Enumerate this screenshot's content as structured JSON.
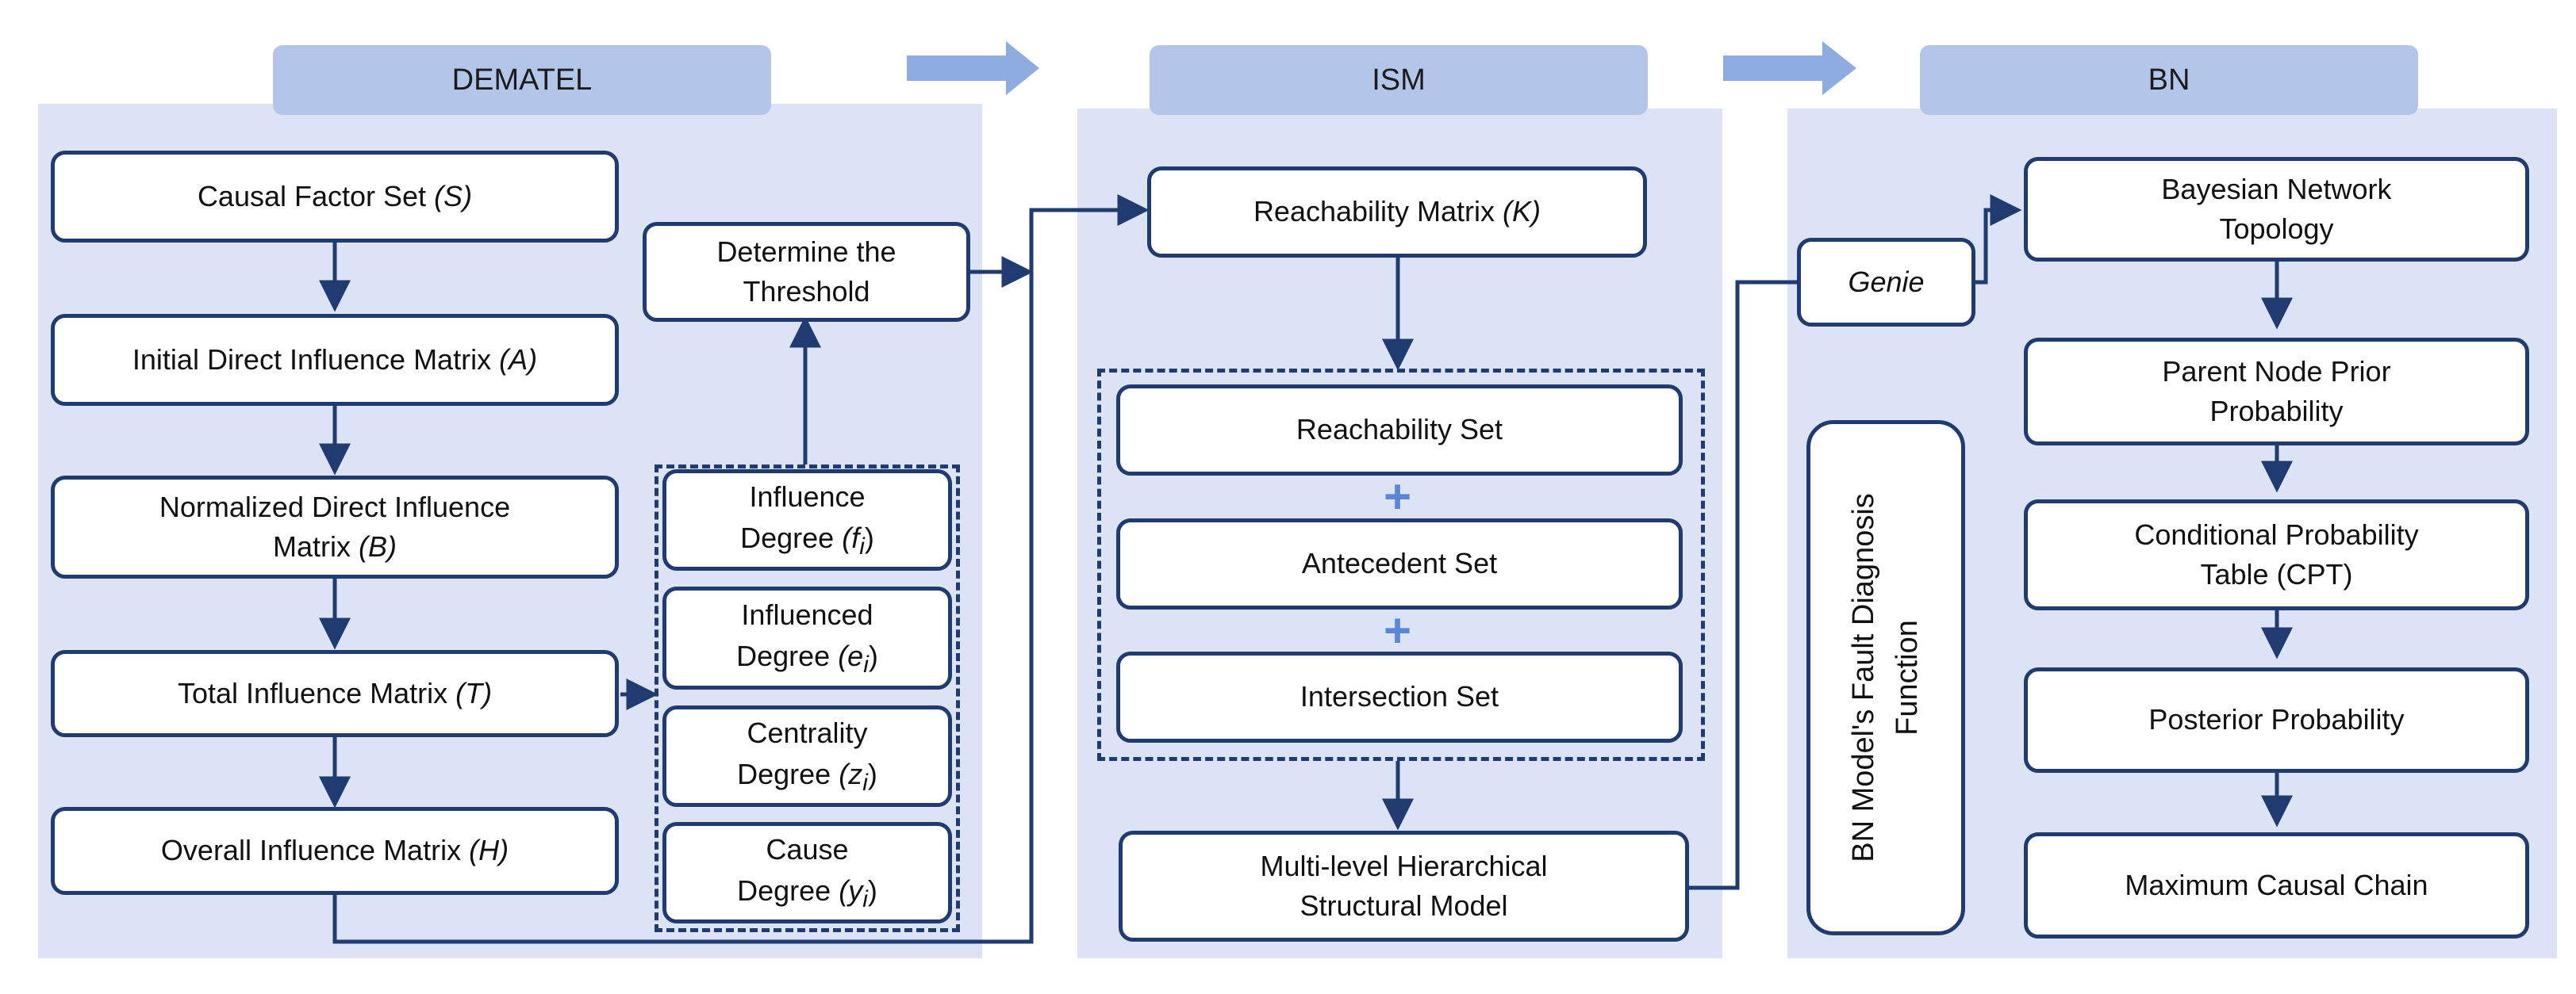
{
  "sections": {
    "dematel": "DEMATEL",
    "ism": "ISM",
    "bn": "BN"
  },
  "dematel": {
    "causal_factor_set": {
      "text": "Causal Factor Set ",
      "var": "(S)"
    },
    "initial_matrix": {
      "text": "Initial Direct Influence Matrix ",
      "var": "(A)"
    },
    "normalized_matrix": {
      "line1": "Normalized Direct Influence",
      "line2": "Matrix ",
      "var": "(B)"
    },
    "total_matrix": {
      "text": "Total Influence Matrix ",
      "var": "(T)"
    },
    "overall_matrix": {
      "text": "Overall Influence Matrix ",
      "var": "(H)"
    },
    "threshold": {
      "line1": "Determine the",
      "line2": "Threshold"
    },
    "degrees": {
      "influence": {
        "line1": "Influence",
        "line2": "Degree ",
        "var": "(f",
        "sub": "i",
        "close": ")"
      },
      "influenced": {
        "line1": "Influenced",
        "line2": "Degree ",
        "var": "(e",
        "sub": "i",
        "close": ")"
      },
      "centrality": {
        "line1": "Centrality",
        "line2": "Degree ",
        "var": "(z",
        "sub": "i",
        "close": ")"
      },
      "cause": {
        "line1": "Cause",
        "line2": "Degree ",
        "var": "(y",
        "sub": "i",
        "close": ")"
      }
    }
  },
  "ism": {
    "reachability_matrix": {
      "text": "Reachability Matrix ",
      "var": "(K)"
    },
    "reachability_set": "Reachability Set",
    "antecedent_set": "Antecedent Set",
    "intersection_set": "Intersection Set",
    "plus": "+",
    "hierarchical_model": {
      "line1": "Multi-level Hierarchical",
      "line2": "Structural Model"
    }
  },
  "bn": {
    "genie": "Genie",
    "function_label": {
      "line1": "BN Model's Fault Diagnosis",
      "line2": "Function"
    },
    "topology": {
      "line1": "Bayesian Network",
      "line2": "Topology"
    },
    "prior": {
      "line1": "Parent Node Prior",
      "line2": "Probability"
    },
    "cpt": {
      "line1": "Conditional Probability",
      "line2": "Table (CPT)"
    },
    "posterior": "Posterior Probability",
    "max_chain": "Maximum Causal Chain"
  },
  "colors": {
    "panel": "#dbe3f4",
    "tab": "#b3c5e8",
    "stroke": "#1f3b70",
    "plus": "#5b86d6",
    "big_arrow": "#8eacdf"
  }
}
